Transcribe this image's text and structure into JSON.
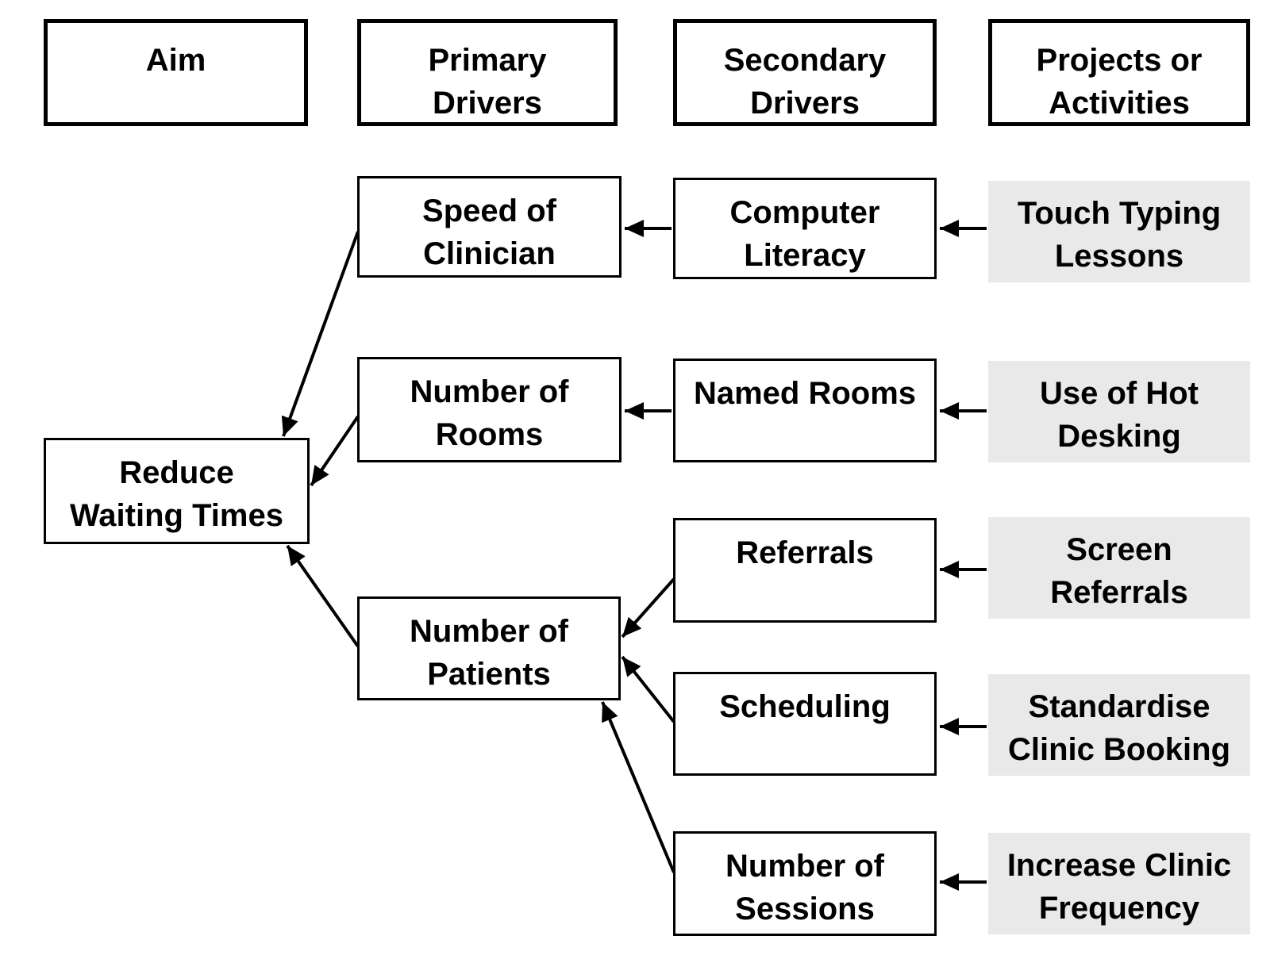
{
  "title": "Driver diagram",
  "colors": {
    "box_border": "#000000",
    "text": "#000000",
    "activity_fill": "#e9e9e9",
    "background": "#ffffff"
  },
  "headers": [
    {
      "id": "aim",
      "label": "Aim"
    },
    {
      "id": "primary-drivers",
      "label": "Primary\nDrivers"
    },
    {
      "id": "secondary-drivers",
      "label": "Secondary\nDrivers"
    },
    {
      "id": "projects-or-activities",
      "label": "Projects or\nActivities"
    }
  ],
  "aim": {
    "label": "Reduce\nWaiting Times"
  },
  "primary_drivers": [
    {
      "label": "Speed of\nClinician"
    },
    {
      "label": "Number of\nRooms"
    },
    {
      "label": "Number of\nPatients"
    }
  ],
  "secondary_drivers": [
    {
      "label": "Computer\nLiteracy"
    },
    {
      "label": "Named Rooms"
    },
    {
      "label": "Referrals"
    },
    {
      "label": "Scheduling"
    },
    {
      "label": "Number of\nSessions"
    }
  ],
  "projects": [
    {
      "label": "Touch Typing\nLessons"
    },
    {
      "label": "Use of Hot\nDesking"
    },
    {
      "label": "Screen\nReferrals"
    },
    {
      "label": "Standardise\nClinic Booking"
    },
    {
      "label": "Increase Clinic\nFrequency"
    }
  ],
  "links": [
    {
      "from": "Touch Typing Lessons",
      "to": "Computer Literacy"
    },
    {
      "from": "Use of Hot Desking",
      "to": "Named Rooms"
    },
    {
      "from": "Screen Referrals",
      "to": "Referrals"
    },
    {
      "from": "Standardise Clinic Booking",
      "to": "Scheduling"
    },
    {
      "from": "Increase Clinic Frequency",
      "to": "Number of Sessions"
    },
    {
      "from": "Computer Literacy",
      "to": "Speed of Clinician"
    },
    {
      "from": "Named Rooms",
      "to": "Number of Rooms"
    },
    {
      "from": "Referrals",
      "to": "Number of Patients"
    },
    {
      "from": "Scheduling",
      "to": "Number of Patients"
    },
    {
      "from": "Number of Sessions",
      "to": "Number of Patients"
    },
    {
      "from": "Speed of Clinician",
      "to": "Reduce Waiting Times"
    },
    {
      "from": "Number of Rooms",
      "to": "Reduce Waiting Times"
    },
    {
      "from": "Number of Patients",
      "to": "Reduce Waiting Times"
    }
  ]
}
